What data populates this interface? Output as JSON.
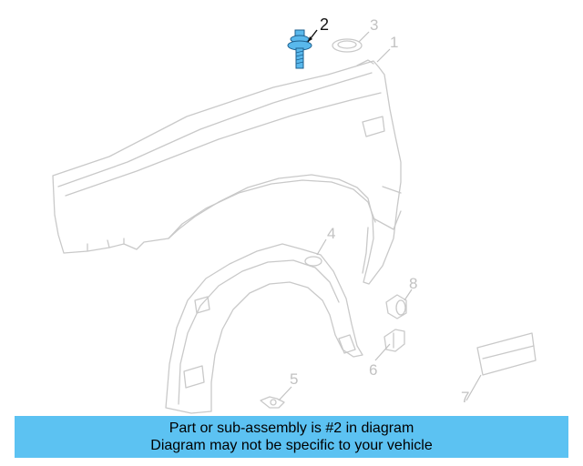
{
  "diagram": {
    "callouts": [
      {
        "id": "1",
        "label": "1"
      },
      {
        "id": "2",
        "label": "2"
      },
      {
        "id": "3",
        "label": "3"
      },
      {
        "id": "4",
        "label": "4"
      },
      {
        "id": "5",
        "label": "5"
      },
      {
        "id": "6",
        "label": "6"
      },
      {
        "id": "7",
        "label": "7"
      },
      {
        "id": "8",
        "label": "8"
      }
    ],
    "highlighted_part": "2",
    "colors": {
      "highlight": "#59b8ec",
      "outline": "#c9c9c9",
      "banner": "#5cc2f2"
    }
  },
  "banner": {
    "line1": "Part or sub-assembly is #2 in diagram",
    "line2": "Diagram may not be specific to your vehicle"
  }
}
